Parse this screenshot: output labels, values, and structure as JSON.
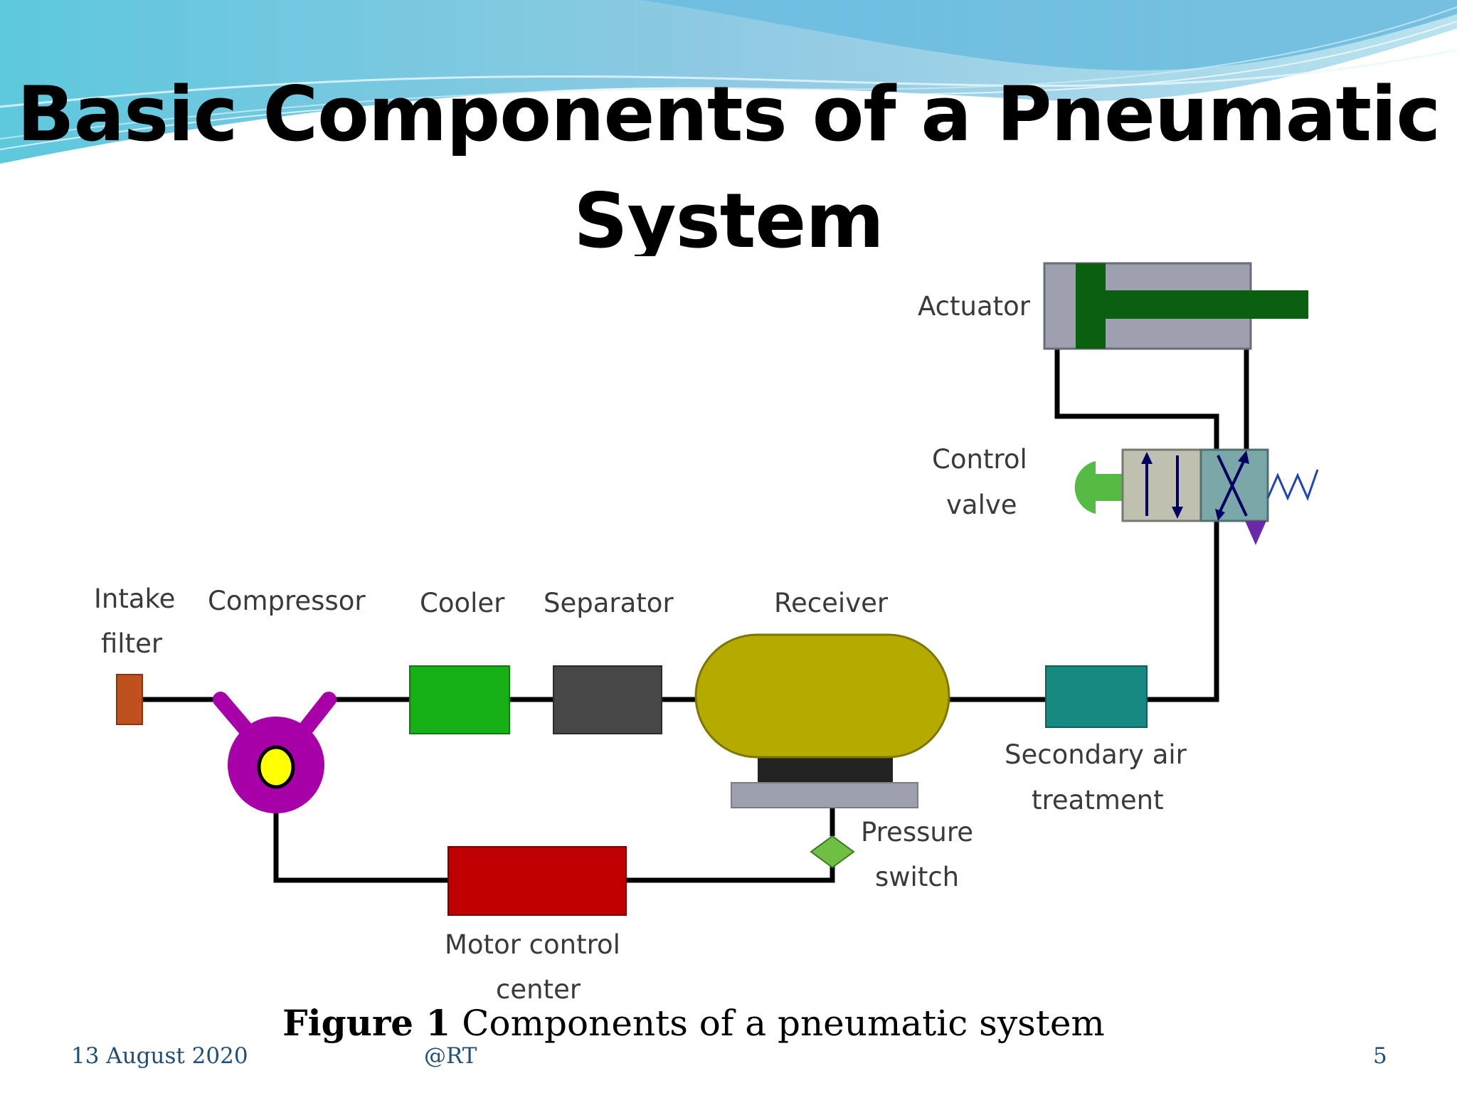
{
  "slide": {
    "title_line1": "Basic Components of a Pneumatic",
    "title_line2": "System",
    "caption_bold": "Figure 1",
    "caption_text": "Components of a pneumatic system",
    "footer_date": "13 August 2020",
    "footer_author": "@RT",
    "page_number": "5"
  },
  "diagram": {
    "labels": {
      "actuator": "Actuator",
      "control_valve_1": "Control",
      "control_valve_2": "valve",
      "intake_filter_1": "Intake",
      "intake_filter_2": "filter",
      "compressor": "Compressor",
      "cooler": "Cooler",
      "separator": "Separator",
      "receiver": "Receiver",
      "secondary_air_1": "Secondary air",
      "secondary_air_2": "treatment",
      "pressure_switch_1": "Pressure",
      "pressure_switch_2": "switch",
      "motor_control_1": "Motor control",
      "motor_control_2": "center"
    },
    "colors": {
      "intake_filter": "#c0501e",
      "compressor": "#a800a8",
      "compressor_eye": "#ffff00",
      "cooler": "#17b117",
      "separator": "#474747",
      "receiver": "#b5ab00",
      "receiver_base": "#222222",
      "receiver_stand": "#9ea0b0",
      "secondary_air": "#168a80",
      "pressure_switch": "#6fbf44",
      "motor_control": "#c00000",
      "actuator_body": "#9ea0b0",
      "actuator_rod": "#0a6010",
      "valve_body": "#c0c0b0",
      "valve_cross_section": "#7aa8a8",
      "valve_button": "#55bb44",
      "valve_spring": "#1e46b4",
      "valve_arrows": "#000060",
      "valve_triangle": "#6a2aa8",
      "line": "#000000"
    }
  }
}
